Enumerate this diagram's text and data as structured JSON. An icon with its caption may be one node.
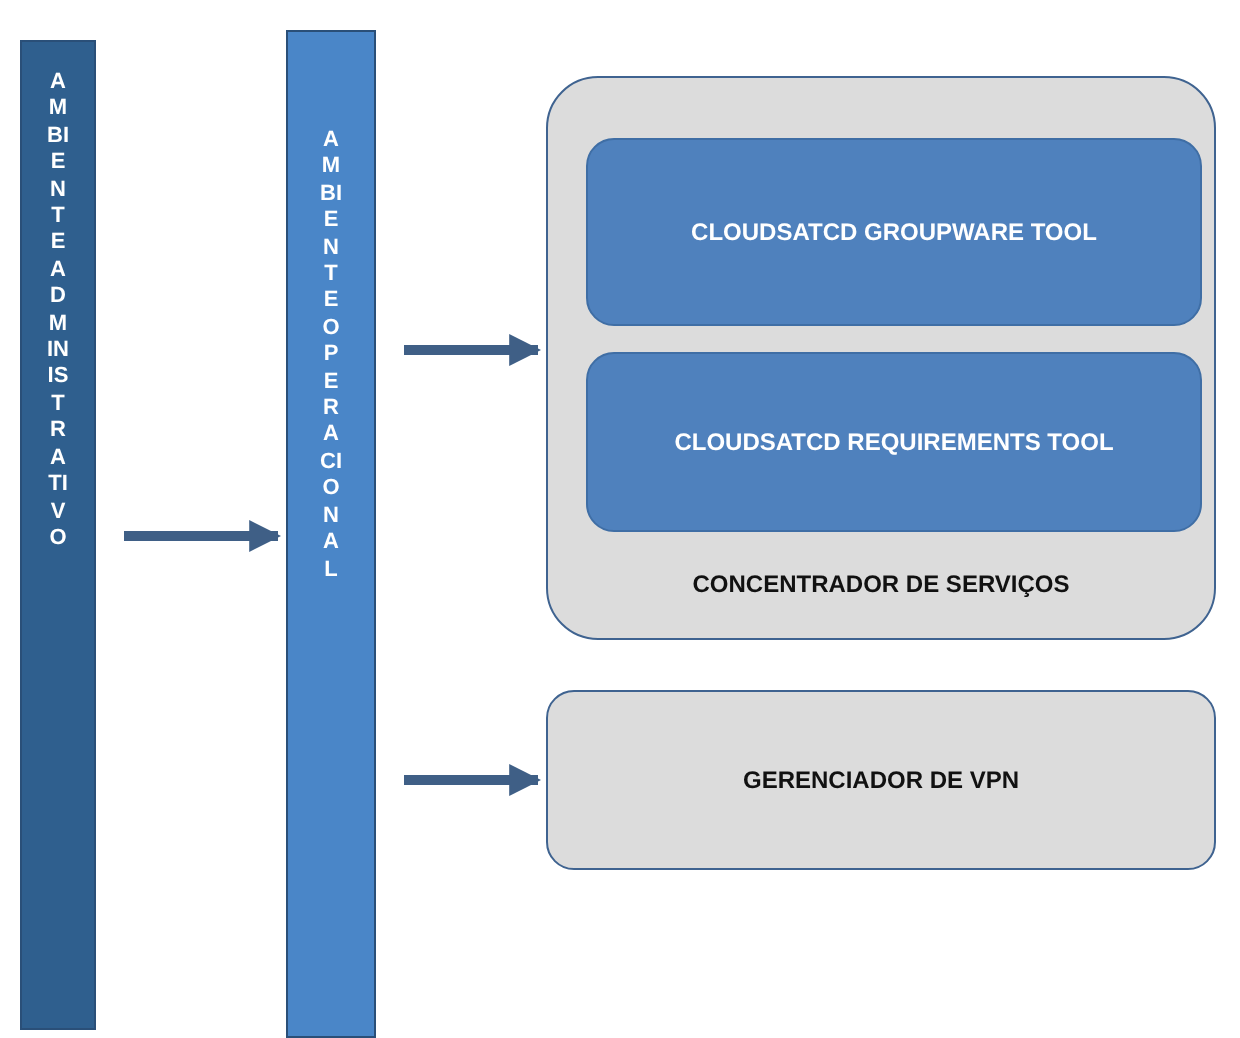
{
  "diagram": {
    "nodes": [
      {
        "text": [
          "AMBIENTE ADMINISTRATIVO"
        ]
      },
      {
        "text": [
          "AMBIENTE OPERACIONAL"
        ]
      },
      {
        "text": [
          "CONCENTRADOR DE SERVIÇOS"
        ]
      },
      {
        "text": [
          "CLOUDSATCD GROUPWARE TOOL"
        ],
        "in": 2
      },
      {
        "text": [
          "CLOUDSATCD REQUIREMENTS TOOL"
        ],
        "in": 2
      },
      {
        "text": [
          "GERENCIADOR DE VPN"
        ]
      }
    ],
    "edges": [
      {
        "from": 0,
        "to": 1,
        "arrow": "to"
      },
      {
        "from": 1,
        "to": 2,
        "arrow": "to"
      },
      {
        "from": 1,
        "to": 5,
        "arrow": "to"
      }
    ]
  }
}
